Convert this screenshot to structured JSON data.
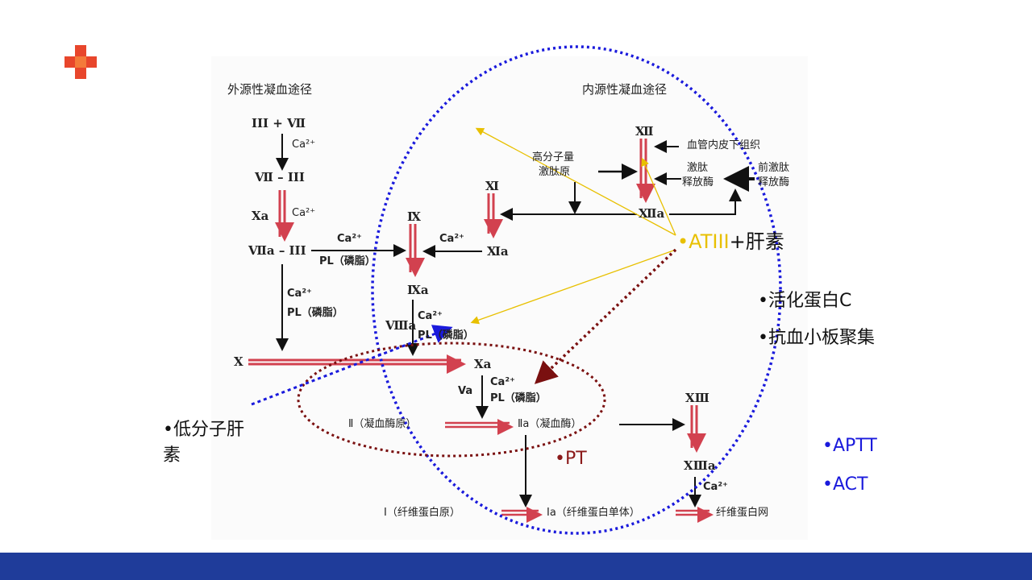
{
  "colors": {
    "accent_bar": "#1f3c9a",
    "logo": "#e8462c",
    "pathway_red": "#d2414f",
    "yellow": "#e8c000",
    "blue": "#1a1adc",
    "dark_red": "#7a1010"
  },
  "icons": {
    "logo": "red-cross-icon"
  },
  "headings": {
    "extrinsic": "外源性凝血途径",
    "intrinsic": "内源性凝血途径"
  },
  "extrinsic": {
    "start": "III + Ⅶ",
    "ca1": "Ca²⁺",
    "vii_iii": "Ⅶ – III",
    "xa": "Ⅹa",
    "ca2": "Ca²⁺",
    "viia_iii": "Ⅶa – III",
    "ca3": "Ca²⁺",
    "pl1": "PL（磷脂）",
    "ca4": "Ca²⁺",
    "pl2": "PL（磷脂）",
    "x": "Ⅹ"
  },
  "intrinsic": {
    "xii": "Ⅻ",
    "subendothelium": "血管内皮下组织",
    "hmwk_line1": "高分子量",
    "hmwk_line2": "激肽原",
    "kallikrein_line1": "激肽",
    "kallikrein_line2": "释放酶",
    "prekallikrein_line1": "前激肽",
    "prekallikrein_line2": "释放酶",
    "xi": "Ⅺ",
    "xiia": "Ⅻa",
    "ix": "Ⅸ",
    "ca5": "Ca²⁺",
    "xia": "Ⅺa",
    "ixa": "Ⅸa",
    "viiia": "Ⅷa",
    "ca6": "Ca²⁺",
    "pl3": "PL（磷脂）"
  },
  "common": {
    "xa2": "Ⅹa",
    "va": "Va",
    "ca7": "Ca²⁺",
    "pl4": "PL（磷脂）",
    "prothrombin": "Ⅱ（凝血酶原）",
    "thrombin": "Ⅱa（凝血酶）",
    "xiii": "ⅩⅢ",
    "xiiia": "ⅩⅢa",
    "ca8": "Ca²⁺",
    "fibrinogen": "Ⅰ（纤维蛋白原）",
    "fibrin_monomer": "Ⅰa（纤维蛋白单体）",
    "fibrin_net": "纤维蛋白网"
  },
  "annotations": {
    "at3_bullet": "•",
    "at3": "ATIII",
    "heparin": "+肝素",
    "apc": "•活化蛋白C",
    "antiplatelet": "•抗血小板聚集",
    "lmwh_line1": "•低分子肝",
    "lmwh_line2": "素",
    "pt": "•PT",
    "aptt": "•APTT",
    "act": "•ACT"
  }
}
